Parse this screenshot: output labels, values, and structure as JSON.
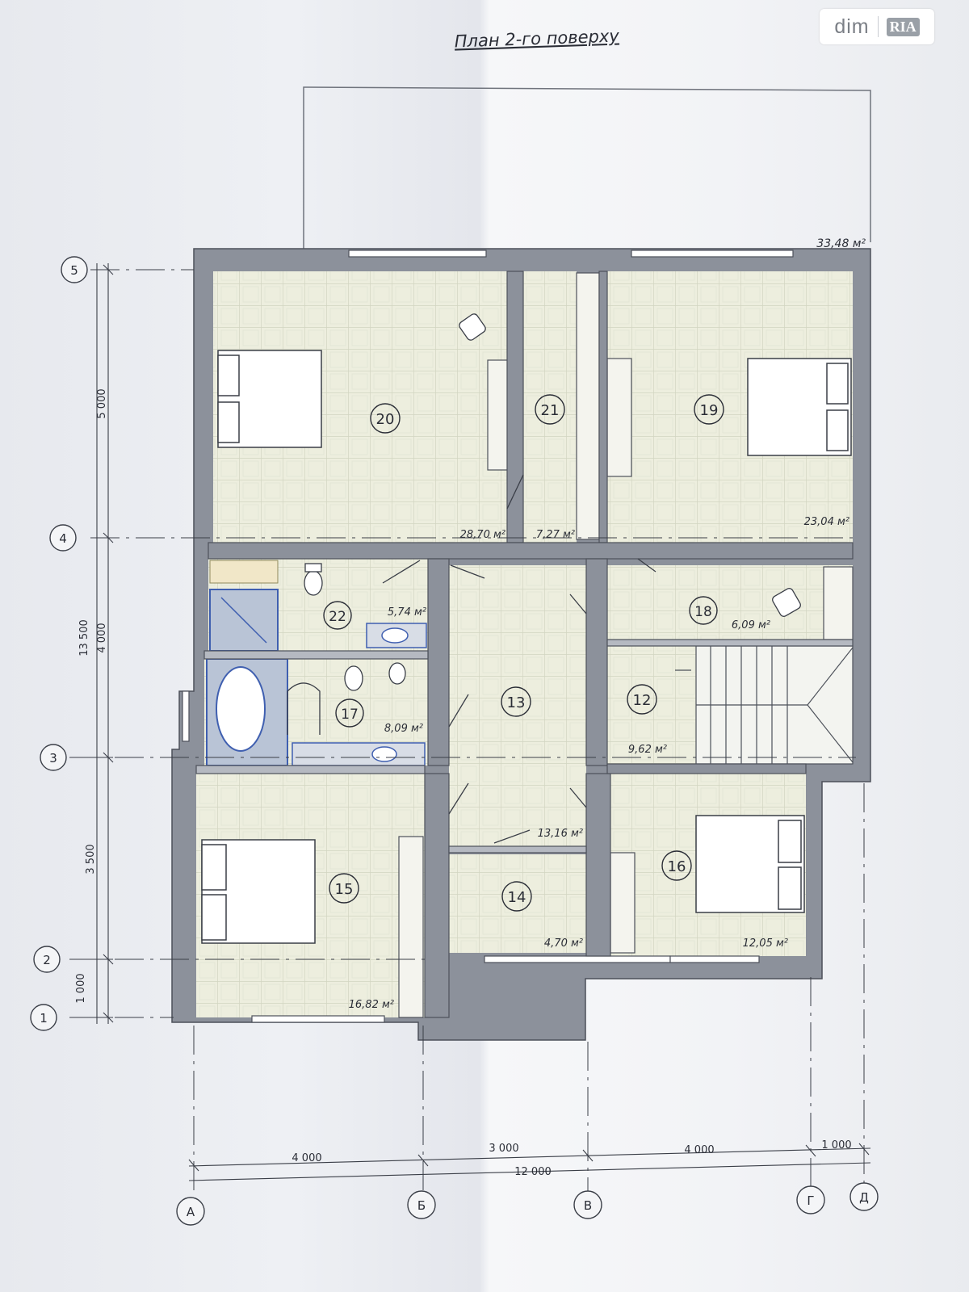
{
  "title": "План 2-го поверху",
  "watermark": {
    "brand": "dim",
    "sub": "RIA"
  },
  "axes": {
    "rows": [
      "5",
      "4",
      "3",
      "2",
      "1"
    ],
    "cols": [
      "А",
      "Б",
      "В",
      "Г",
      "Д"
    ]
  },
  "dimensions": {
    "left_total": "13 500",
    "left_parts": [
      "5 000",
      "4 000",
      "3 500",
      "1 000"
    ],
    "bottom_parts": [
      "4 000",
      "3 000",
      "4 000",
      "1 000"
    ],
    "bottom_total": "12 000"
  },
  "rooms": [
    {
      "id": "20",
      "area": "28,70 м²"
    },
    {
      "id": "21",
      "area": "7,27 м²"
    },
    {
      "id": "19",
      "area": "23,04 м²"
    },
    {
      "id": "22",
      "area": "5,74 м²"
    },
    {
      "id": "18",
      "area": "6,09 м²"
    },
    {
      "id": "17",
      "area": "8,09 м²"
    },
    {
      "id": "13",
      "area": "13,16 м²"
    },
    {
      "id": "12",
      "area": "9,62 м²"
    },
    {
      "id": "15",
      "area": "16,82 м²"
    },
    {
      "id": "14",
      "area": "4,70 м²"
    },
    {
      "id": "16",
      "area": "12,05 м²"
    }
  ],
  "terrace_area": "33,48 м²",
  "colors": {
    "wall": "#7a7f89",
    "floor": "#edeede",
    "tile": "#cfd2bf",
    "bath": "#3f5fb0",
    "bath_fill": "#b9c4d6",
    "ink": "#2a2d36"
  }
}
